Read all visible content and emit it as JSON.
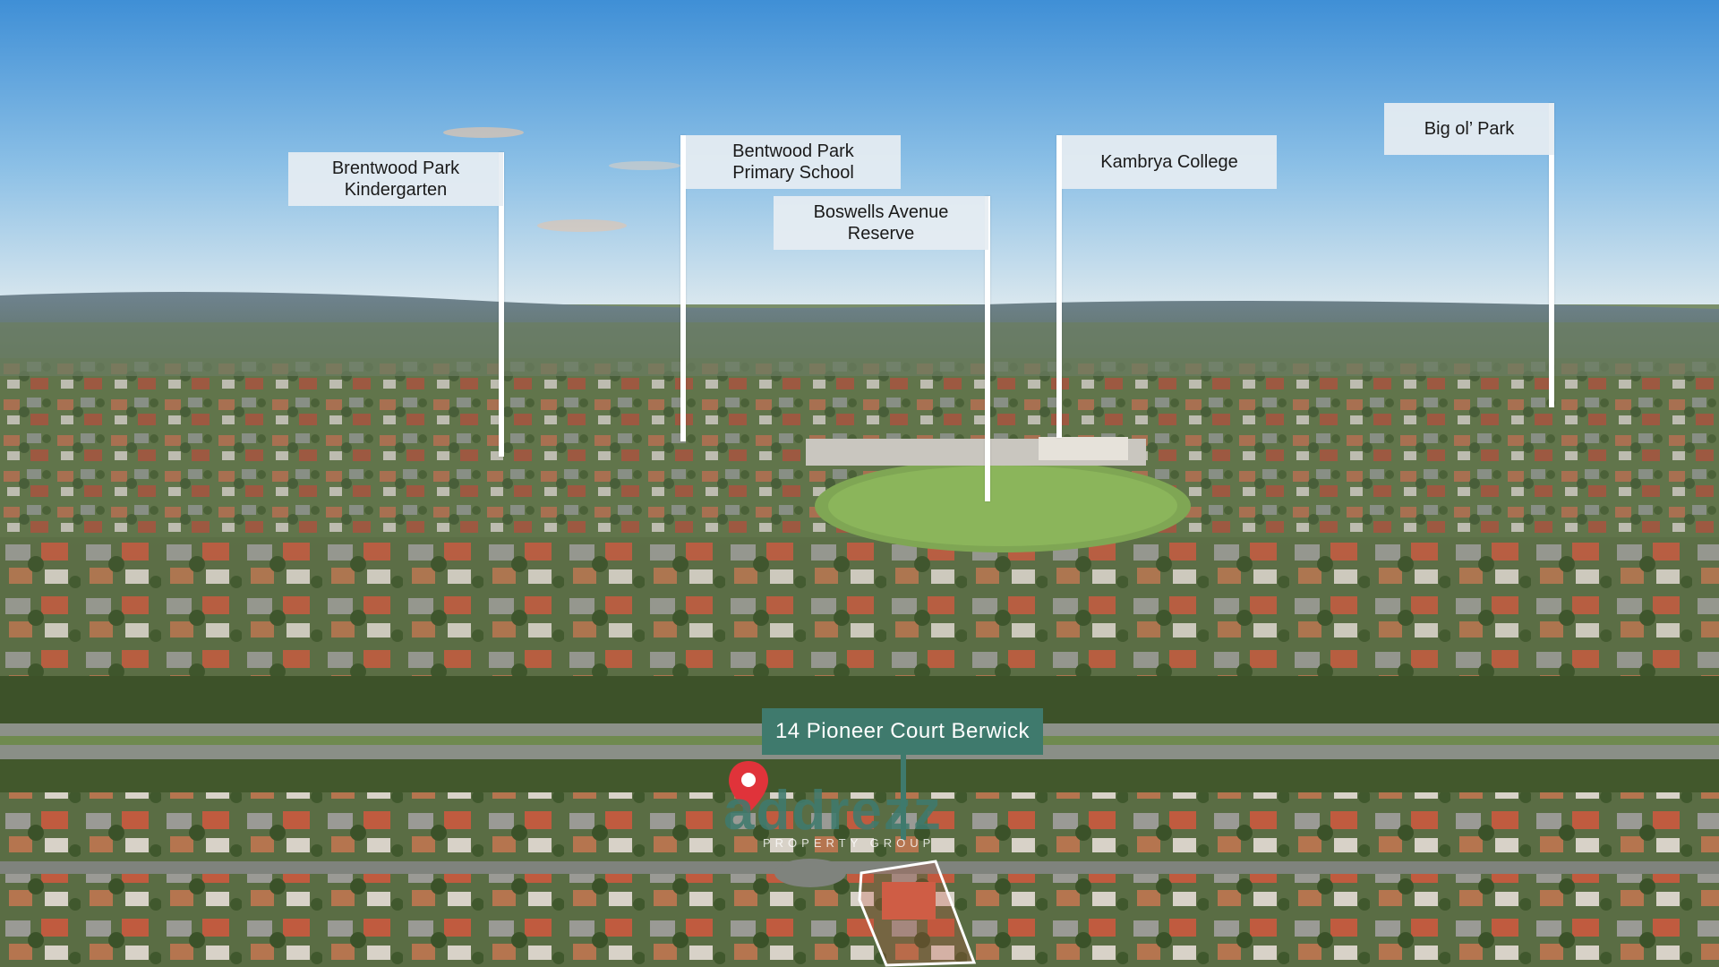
{
  "labels": {
    "brentwood_kindergarten": "Brentwood Park\nKindergarten",
    "bentwood_primary": "Bentwood Park\nPrimary School",
    "boswells_reserve": "Boswells Avenue\nReserve",
    "kambrya_college": "Kambrya College",
    "big_ol_park": "Big ol’ Park"
  },
  "address": "14 Pioneer Court Berwick",
  "brand": {
    "name": "addrezz",
    "tagline": "PROPERTY GROUP",
    "color": "#3f7a6d",
    "pin_color": "#e0333a",
    "icon": "location-pin-icon"
  },
  "colors": {
    "sky_top": "#3f8fd6",
    "sky_bottom": "#cfe3f0",
    "label_bg": "#e6edf2",
    "line": "#ffffff"
  }
}
